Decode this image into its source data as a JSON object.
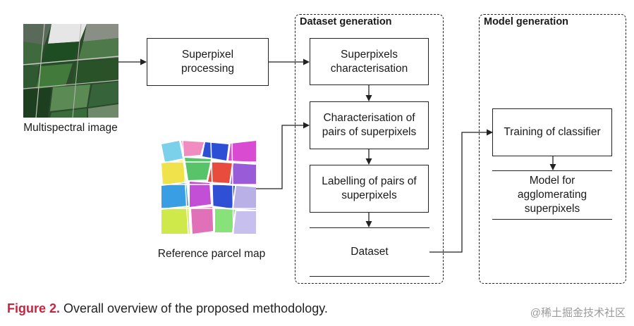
{
  "groups": {
    "dataset": {
      "title": "Dataset generation"
    },
    "model": {
      "title": "Model generation"
    }
  },
  "inputs": {
    "multispectral": {
      "label": "Multispectral image"
    },
    "reference": {
      "label": "Reference parcel map"
    }
  },
  "nodes": {
    "superpixel_processing": "Superpixel processing",
    "superpixels_characterisation": "Superpixels characterisation",
    "pairs_characterisation": "Characterisation of pairs of superpixels",
    "labelling": "Labelling of pairs of superpixels",
    "dataset": "Dataset",
    "training": "Training of classifier",
    "model": "Model for agglomerating superpixels"
  },
  "caption": {
    "figure": "Figure 2.",
    "text": " Overall overview of the proposed methodology."
  },
  "watermark": "@稀土掘金技术社区",
  "colors": {
    "caption_figure": "#c4253f",
    "stroke": "#222222"
  }
}
